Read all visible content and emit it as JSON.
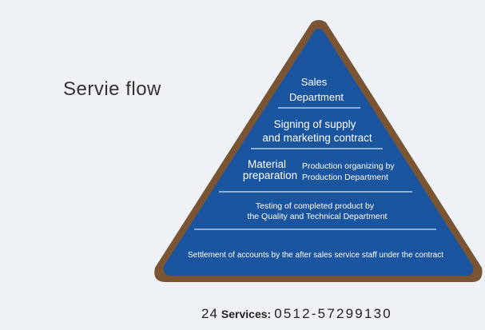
{
  "title": "Servie flow",
  "pyramid": {
    "levels": [
      {
        "lines": [
          "Sales",
          "Department"
        ]
      },
      {
        "lines": [
          "Signing of supply",
          "and marketing contract"
        ]
      },
      {
        "left_lines": [
          "Material",
          "preparation"
        ],
        "right_lines": [
          "Production organizing by",
          "Production Department"
        ]
      },
      {
        "lines": [
          "Testing of completed product by",
          "the Quality and Technical Department"
        ]
      },
      {
        "lines": [
          "Settlement of accounts by the after sales service staff under the contract"
        ]
      }
    ],
    "colors": {
      "fill": "#1b55a0",
      "border": "#7a5534",
      "divider": "#d6e2f0",
      "text": "#ffffff"
    }
  },
  "footer": {
    "prefix": "24",
    "label": "Services:",
    "number": "0512-57299130"
  }
}
